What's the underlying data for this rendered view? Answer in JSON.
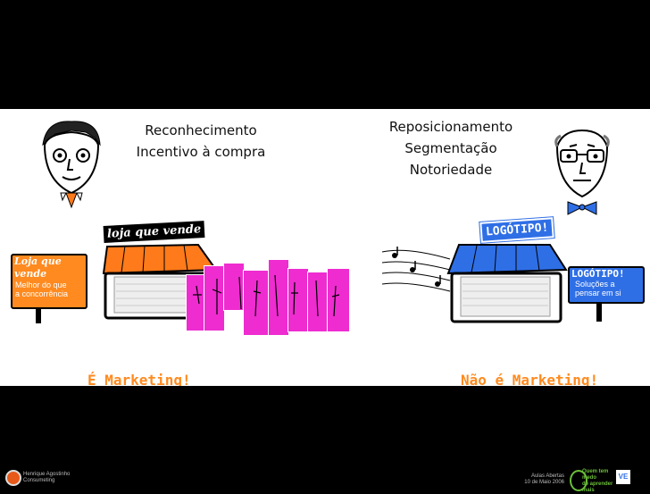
{
  "left_bullets": [
    "Reconhecimento",
    "Incentivo à compra"
  ],
  "right_bullets": [
    "Reposicionamento",
    "Segmentação",
    "Notoriedade"
  ],
  "left_store": {
    "awning_sign": "loja que vende",
    "side_sign_title": "Loja que vende",
    "side_sign_line1": "Melhor do que",
    "side_sign_line2": "a concorrência"
  },
  "right_store": {
    "awning_sign": "LOGÓTIPO!",
    "side_sign_title": "LOGÓTIPO!",
    "side_sign_line1": "Soluções a",
    "side_sign_line2": "pensar em si"
  },
  "verdict_left": "É Marketing!",
  "verdict_right": "Não é Marketing!",
  "footer_left": [
    "Henrique Agostinho",
    "Consumeting"
  ],
  "footer_right": [
    "Aulas Abertas",
    "10 de Maio 2006"
  ],
  "footer_logo_text": [
    "Quem tem",
    "medo",
    "de aprender",
    "mais"
  ],
  "colors": {
    "awning_orange": "#ff7a1a",
    "awning_blue": "#2f6fe6",
    "poster_pink": "#ee2cd0",
    "verdict_orange": "#ff8a1f"
  }
}
